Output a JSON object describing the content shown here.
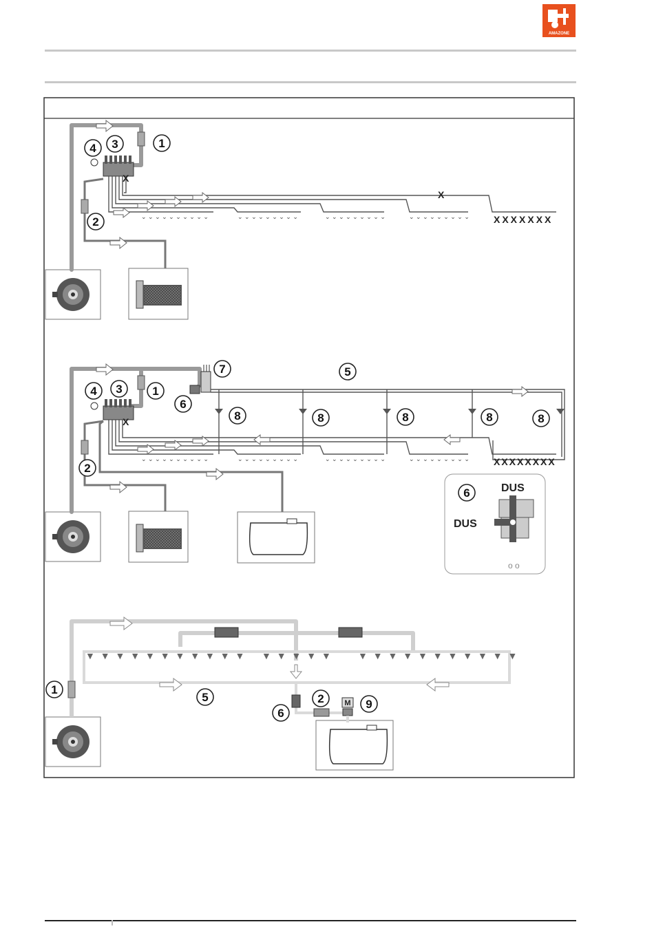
{
  "brand": {
    "logo_text": "AMAZONE",
    "logo_color": "#e8501e"
  },
  "diagram1": {
    "callouts": [
      "1",
      "2",
      "3",
      "4"
    ]
  },
  "diagram2": {
    "callouts": [
      "1",
      "2",
      "3",
      "4",
      "5",
      "6",
      "7",
      "8",
      "8",
      "8",
      "8",
      "8"
    ],
    "inset": {
      "callout": "6",
      "label_top": "DUS",
      "label_left": "DUS"
    }
  },
  "diagram3": {
    "callouts": [
      "1",
      "2",
      "5",
      "6",
      "9"
    ],
    "motor_label": "M"
  },
  "markers": {
    "closed_x": "X",
    "row_x": "XXXXXXX",
    "row_x_2": "XXXXXXXX"
  },
  "colors": {
    "pipe_dark": "#9a9a9a",
    "pipe_light": "#cfcfcf",
    "frame": "#333333"
  }
}
